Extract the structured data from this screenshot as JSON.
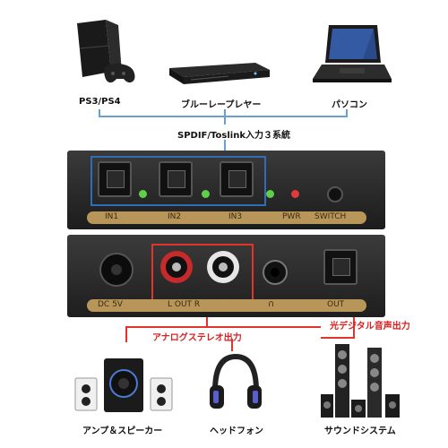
{
  "sources": {
    "ps": "PS3/PS4",
    "bluray": "ブルーレープレヤー",
    "pc": "パソコン"
  },
  "input_caption": "SPDIF/Toslink入力３系統",
  "front_panel": {
    "in1": "IN1",
    "in2": "IN2",
    "in3": "IN3",
    "pwr": "PWR",
    "switch": "SWITCH"
  },
  "back_panel": {
    "dc": "DC 5V",
    "lr": "L  OUT  R",
    "out": "OUT"
  },
  "outputs": {
    "analog_caption": "アナログステレオ出力",
    "optical_caption": "光デジタル音声出力",
    "speakers": "アンプ＆スピーカー",
    "headphones": "ヘッドフォン",
    "sound_system": "サウンドシステム"
  },
  "colors": {
    "accent_blue": "#2f6db5",
    "accent_red": "#e0342c",
    "led_green": "#5fcf4a",
    "led_red": "#e23a3a"
  }
}
